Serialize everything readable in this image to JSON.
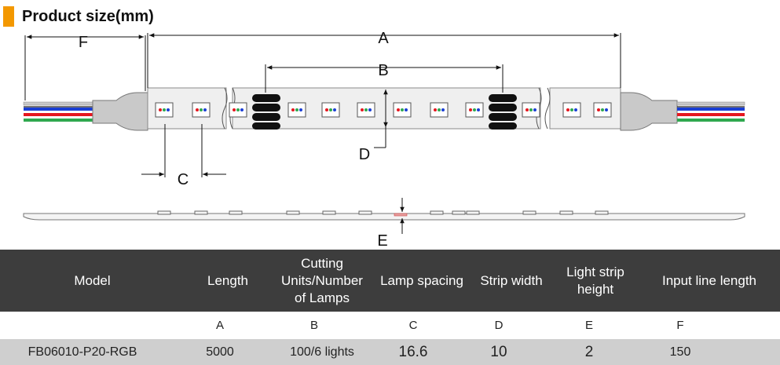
{
  "title": "Product size(mm)",
  "diagram_labels": {
    "A": "A",
    "B": "B",
    "C": "C",
    "D": "D",
    "E": "E",
    "F": "F"
  },
  "colors": {
    "accent": "#f39800",
    "header_bg": "#3d3d3d",
    "row_bg": "#cfcfcf",
    "wire_red": "#e5171f",
    "wire_green": "#2fa84f",
    "wire_blue": "#1a3fd4",
    "wire_white": "#c8c8c8"
  },
  "table": {
    "headers": [
      "Model",
      "Length",
      "Cutting Units/Number of Lamps",
      "Lamp spacing",
      "Strip width",
      "Light strip height",
      "Input line length"
    ],
    "letters": [
      "",
      "A",
      "B",
      "C",
      "D",
      "E",
      "F"
    ],
    "values": [
      "FB06010-P20-RGB",
      "5000",
      "100/6 lights",
      "16.6",
      "10",
      "2",
      "150"
    ]
  }
}
